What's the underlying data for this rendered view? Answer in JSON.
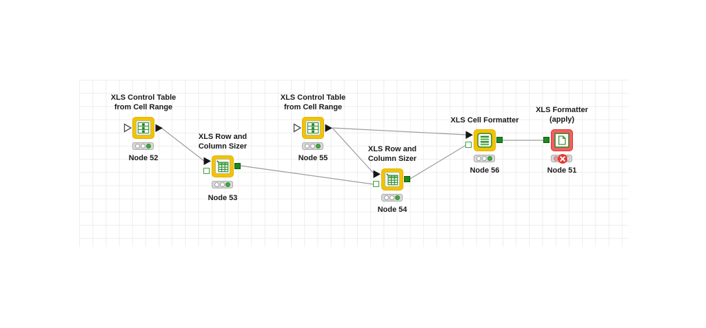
{
  "workflow": {
    "nodes": [
      {
        "title1": "XLS Control Table",
        "title2": "from Cell Range",
        "label": "Node 52",
        "type": "XLS Control Table from Cell Range",
        "status_lights": [
          "off",
          "off",
          "green"
        ]
      },
      {
        "title1": "XLS Row and",
        "title2": "Column Sizer",
        "label": "Node 53",
        "type": "XLS Row and Column Sizer",
        "status_lights": [
          "off",
          "off",
          "green"
        ]
      },
      {
        "title1": "XLS Control Table",
        "title2": "from Cell Range",
        "label": "Node 55",
        "type": "XLS Control Table from Cell Range",
        "status_lights": [
          "off",
          "off",
          "green"
        ]
      },
      {
        "title1": "XLS Row and",
        "title2": "Column Sizer",
        "label": "Node 54",
        "type": "XLS Row and Column Sizer",
        "status_lights": [
          "off",
          "off",
          "green"
        ]
      },
      {
        "title1": "XLS Cell Formatter",
        "title2": "",
        "label": "Node 56",
        "type": "XLS Cell Formatter",
        "status_lights": [
          "off",
          "off",
          "green"
        ]
      },
      {
        "title1": "XLS Formatter",
        "title2": "(apply)",
        "label": "Node 51",
        "type": "XLS Formatter (apply)",
        "status_lights": [
          "red",
          "error",
          "off"
        ]
      }
    ],
    "connections": [
      {
        "from": "Node 52",
        "to": "Node 53"
      },
      {
        "from": "Node 53",
        "to": "Node 54"
      },
      {
        "from": "Node 55",
        "to": "Node 54"
      },
      {
        "from": "Node 55",
        "to": "Node 56"
      },
      {
        "from": "Node 54",
        "to": "Node 56"
      },
      {
        "from": "Node 56",
        "to": "Node 51"
      }
    ],
    "colors": {
      "node_yellow": "#F3C300",
      "node_red": "#F25F5F",
      "port_green": "#1D8A1D",
      "status_green": "#43A843",
      "status_error": "#E53935",
      "connection_line": "#9B9B9B",
      "grid_line": "#EDEDEE"
    }
  }
}
